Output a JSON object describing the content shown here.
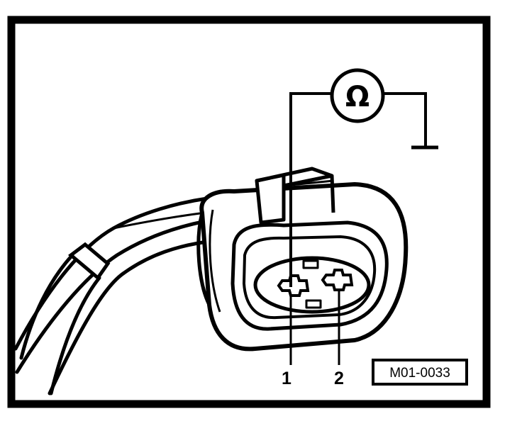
{
  "figure": {
    "meter_symbol": "Ω",
    "meter_icon": "ohmmeter-icon",
    "ground_icon": "ground-icon",
    "pin_labels": [
      "1",
      "2"
    ],
    "reference_code": "M01-0033",
    "colors": {
      "ink": "#000000",
      "paper": "#ffffff"
    }
  }
}
